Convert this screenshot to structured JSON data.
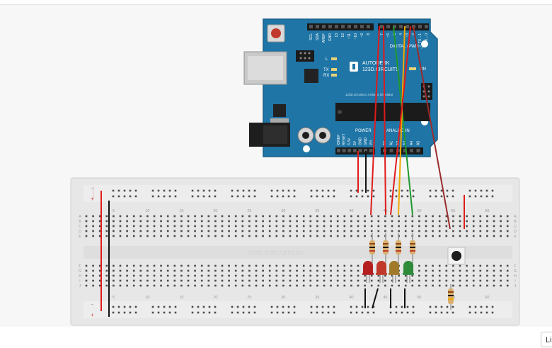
{
  "board": {
    "digital_header": "DIGITAL (PWM~)",
    "brand_line1": "AUTODESK",
    "brand_line2": "123D.CIRCUITS",
    "url_text": "123D.circuits.io  Arduino Simulator",
    "power_header": "POWER",
    "analog_header": "ANALOG IN",
    "on_label": "ON",
    "l_label": "L",
    "tx_label": "TX",
    "rx_label": "RX",
    "left_pin_labels": [
      "SCL",
      "SDA",
      "AREF",
      "GND",
      "13",
      "12",
      "~11",
      "~10",
      "~9",
      "8"
    ],
    "right_pin_labels": [
      "7",
      "~6",
      "~5",
      "4",
      "~3",
      "2",
      "TX→1",
      "RX←0"
    ],
    "power_pin_labels": [
      "IOREF",
      "RESET",
      "3.3V",
      "5V",
      "GND",
      "GND",
      "Vin"
    ],
    "analog_pin_labels": [
      "A0",
      "A1",
      "A2",
      "A3",
      "A4",
      "A5"
    ]
  },
  "breadboard": {
    "watermark": "123D.CIRCUITS.IO",
    "column_numbers": [
      "5",
      "10",
      "15",
      "20",
      "25",
      "30",
      "35",
      "40",
      "45",
      "50",
      "55",
      "60"
    ],
    "row_labels_top": [
      "A",
      "B",
      "C",
      "D",
      "E"
    ],
    "row_labels_bottom": [
      "F",
      "G",
      "H",
      "I",
      "J"
    ],
    "rail_plus": "+",
    "rail_minus": "−"
  },
  "leds": [
    {
      "name": "led-red-1",
      "color": "#b51f1f"
    },
    {
      "name": "led-red-2",
      "color": "#c0392b"
    },
    {
      "name": "led-yellow",
      "color": "#a07a2a"
    },
    {
      "name": "led-green",
      "color": "#2e8b3a"
    }
  ],
  "wire_colors": {
    "red": "#e01b1b",
    "black": "#111111",
    "green": "#1f9a2e",
    "orange": "#f0a800",
    "brown": "#9b2b2b"
  },
  "ui": {
    "corner_button_label": "Li"
  }
}
